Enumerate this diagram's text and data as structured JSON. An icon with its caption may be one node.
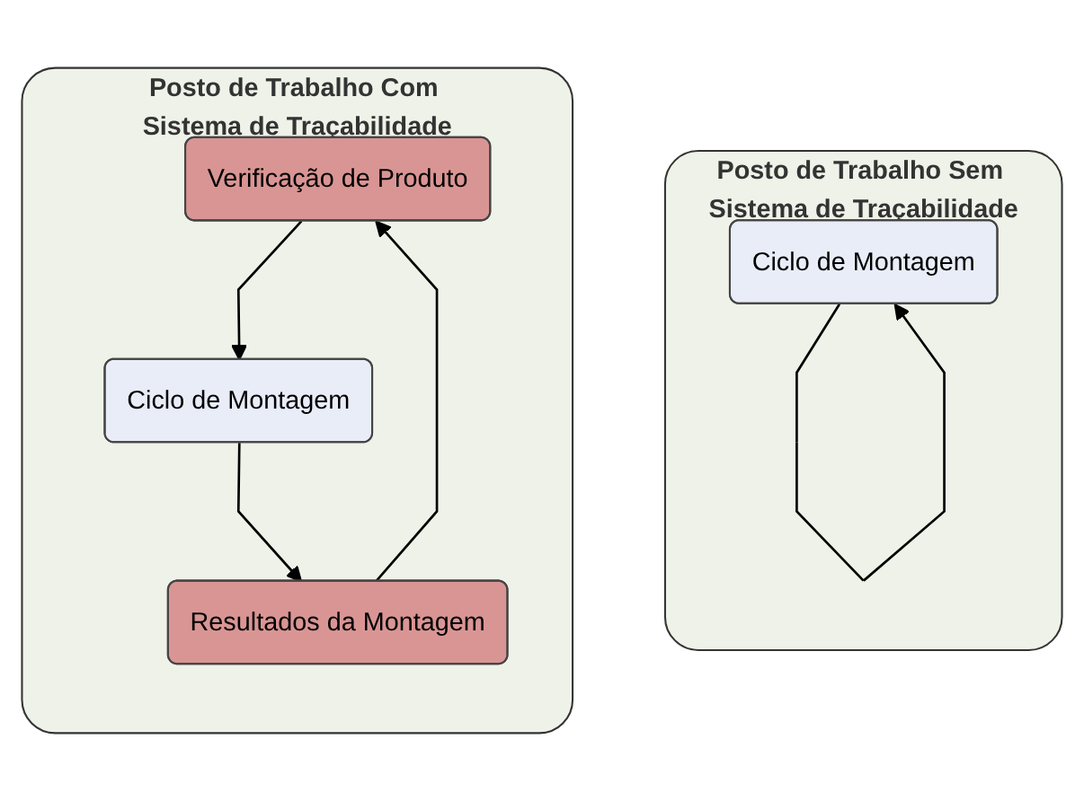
{
  "diagram": {
    "nodes": [
      {
        "text": [
          "Posto de Trabalho Sem Sistema de Traçabilidade"
        ]
      },
      {
        "text": [
          "Ciclo de Montagem"
        ],
        "in": 0
      },
      {
        "text": [
          "Posto de Trabalho Com Sistema de Traçabilidade"
        ]
      },
      {
        "text": [
          "Verificação de Produto"
        ],
        "in": 2
      },
      {
        "text": [
          "Ciclo de Montagem"
        ],
        "in": 2
      },
      {
        "text": [
          "Resultados da Montagem"
        ],
        "in": 2
      }
    ],
    "edges": [
      {
        "from": 1,
        "to": 1,
        "arrow": "to"
      },
      {
        "from": 3,
        "to": 4,
        "arrow": "to"
      },
      {
        "from": 4,
        "to": 5,
        "arrow": "to"
      },
      {
        "from": 5,
        "to": 3,
        "arrow": "to"
      }
    ]
  }
}
